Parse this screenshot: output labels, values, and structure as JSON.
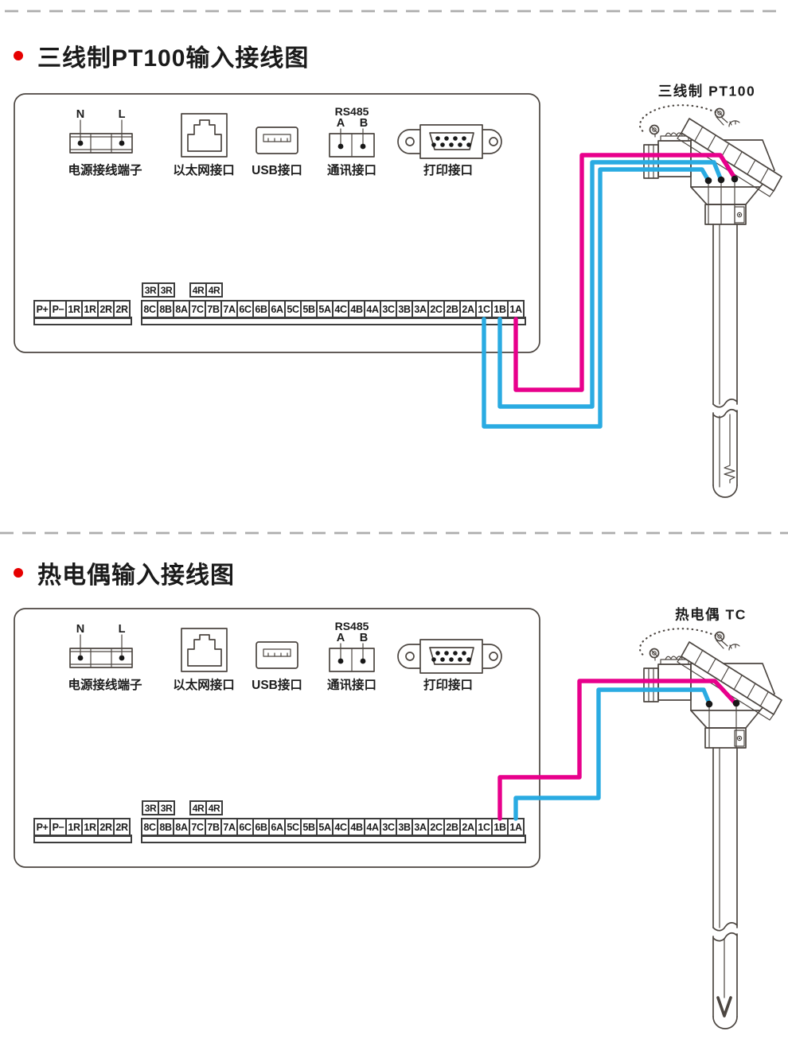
{
  "titles": {
    "section1": "三线制PT100输入接线图",
    "section2": "热电偶输入接线图"
  },
  "panel": {
    "power": {
      "label": "电源接线端子",
      "pins": [
        "N",
        "L"
      ]
    },
    "ethernet": {
      "label": "以太网接口"
    },
    "usb": {
      "label": "USB接口"
    },
    "comm": {
      "label": "通讯接口",
      "protocol": "RS485",
      "pins": [
        "A",
        "B"
      ]
    },
    "printer": {
      "label": "打印接口"
    },
    "tags_3r": [
      "3R",
      "3R"
    ],
    "tags_4r": [
      "4R",
      "4R"
    ],
    "terminals_left": [
      "P+",
      "P−",
      "1R",
      "1R",
      "2R",
      "2R"
    ],
    "terminals_right": [
      "8C",
      "8B",
      "8A",
      "7C",
      "7B",
      "7A",
      "6C",
      "6B",
      "6A",
      "5C",
      "5B",
      "5A",
      "4C",
      "4B",
      "4A",
      "3C",
      "3B",
      "3A",
      "2C",
      "2B",
      "2A",
      "1C",
      "1B",
      "1A"
    ]
  },
  "sensors": {
    "pt100": {
      "label": "三线制 PT100"
    },
    "tc": {
      "label": "热电偶 TC"
    }
  },
  "wiring": {
    "pt100": [
      {
        "terminal": "1C",
        "color": "blue"
      },
      {
        "terminal": "1B",
        "color": "blue"
      },
      {
        "terminal": "1A",
        "color": "magenta"
      }
    ],
    "tc": [
      {
        "terminal": "1B",
        "color": "magenta"
      },
      {
        "terminal": "1A",
        "color": "blue"
      }
    ]
  },
  "colors": {
    "wire_pink": "#e8008c",
    "wire_blue": "#2aabe2",
    "bullet_red": "#e60000"
  }
}
